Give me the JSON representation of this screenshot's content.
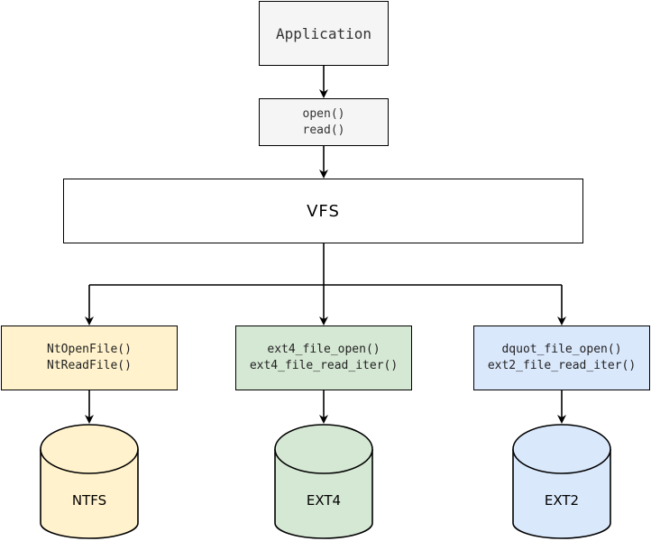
{
  "diagram": {
    "application_label": "Application",
    "syscalls": [
      "open()",
      "read()"
    ],
    "vfs_label": "VFS",
    "filesystems": [
      {
        "calls": [
          "NtOpenFile()",
          "NtReadFile()"
        ],
        "disk": "NTFS",
        "color": "#fff2cc"
      },
      {
        "calls": [
          "ext4_file_open()",
          "ext4_file_read_iter()"
        ],
        "disk": "EXT4",
        "color": "#d5e8d4"
      },
      {
        "calls": [
          "dquot_file_open()",
          "ext2_file_read_iter()"
        ],
        "disk": "EXT2",
        "color": "#dae8fc"
      }
    ]
  }
}
